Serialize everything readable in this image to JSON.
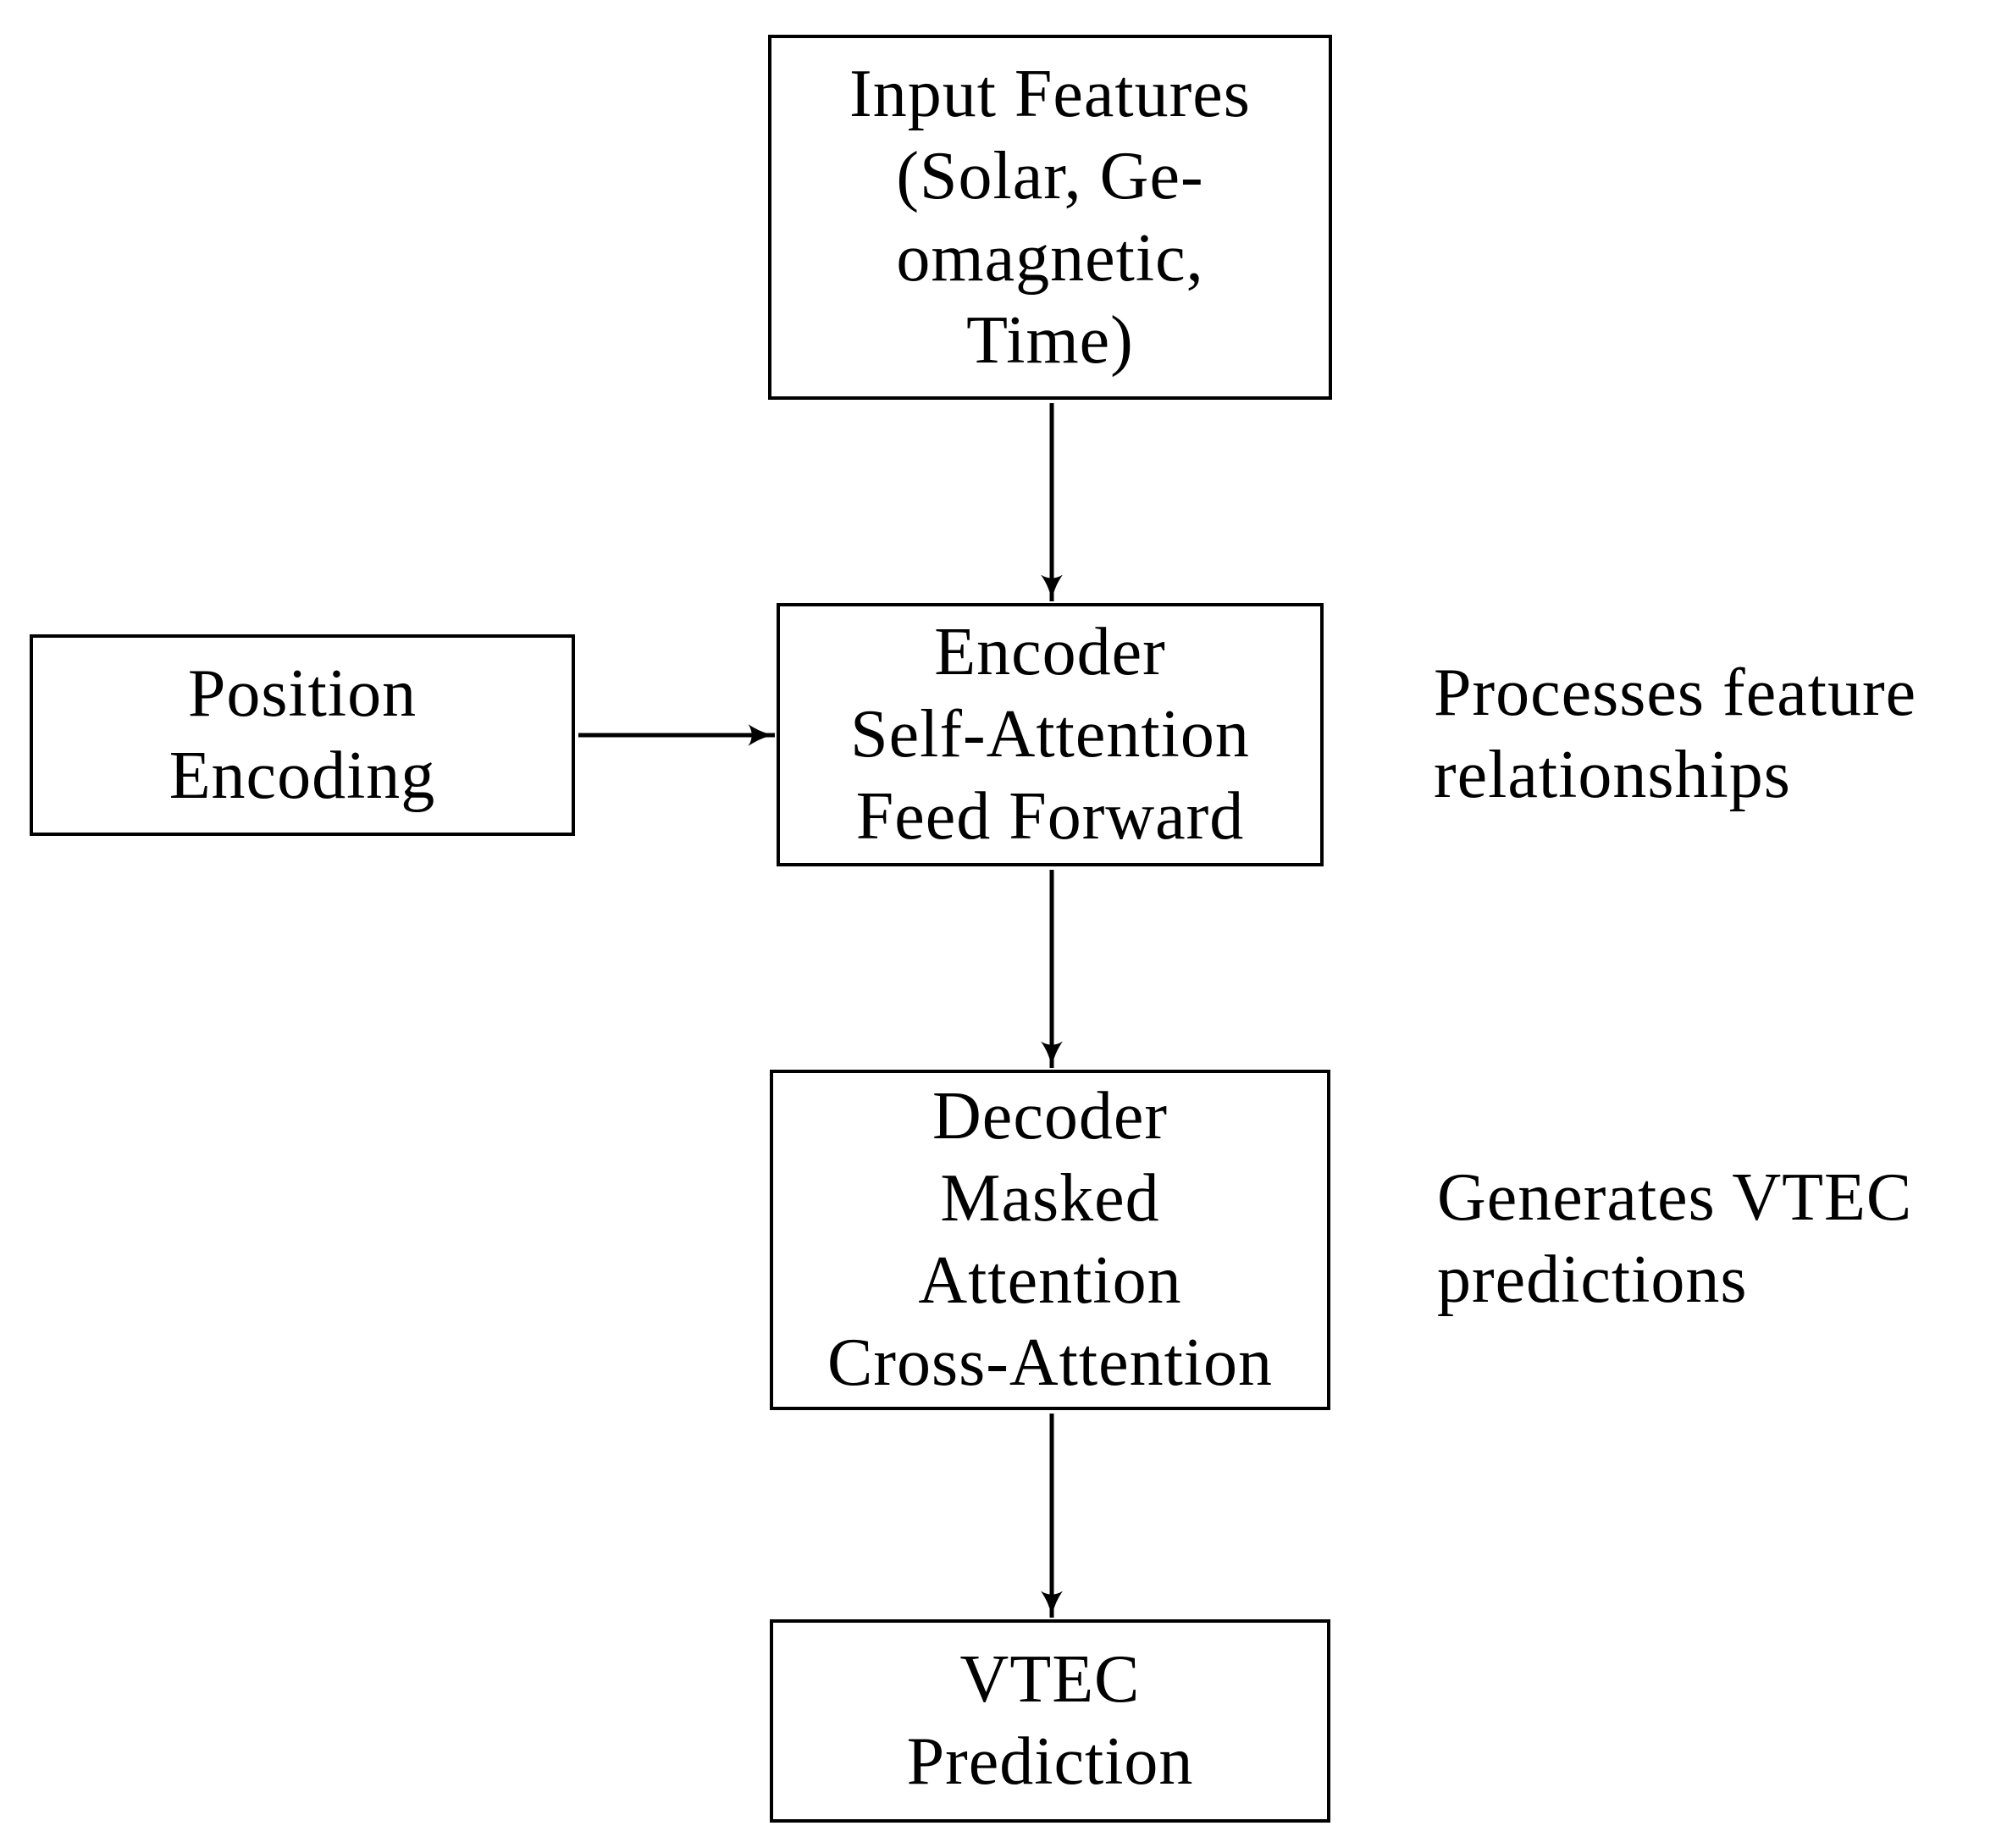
{
  "diagram": {
    "colors": {
      "ink": "#000000",
      "background": "#ffffff"
    },
    "nodes": [
      {
        "id": "input-features",
        "lines": [
          "Input Features",
          "(Solar, Ge-",
          "omagnetic,",
          "Time)"
        ]
      },
      {
        "id": "position-encoding",
        "lines": [
          "Position",
          "Encoding"
        ]
      },
      {
        "id": "encoder",
        "lines": [
          "Encoder",
          "Self-Attention",
          "Feed Forward"
        ]
      },
      {
        "id": "decoder",
        "lines": [
          "Decoder",
          "Masked",
          "Attention",
          "Cross-Attention"
        ]
      },
      {
        "id": "vtec-prediction",
        "lines": [
          "VTEC",
          "Prediction"
        ]
      }
    ],
    "annotations": [
      {
        "id": "encoder-note",
        "lines": [
          "Processes feature",
          "relationships"
        ]
      },
      {
        "id": "decoder-note",
        "lines": [
          "Generates VTEC",
          "predictions"
        ]
      }
    ],
    "edges": [
      {
        "from": "input-features",
        "to": "encoder"
      },
      {
        "from": "position-encoding",
        "to": "encoder"
      },
      {
        "from": "encoder",
        "to": "decoder"
      },
      {
        "from": "decoder",
        "to": "vtec-prediction"
      }
    ]
  }
}
